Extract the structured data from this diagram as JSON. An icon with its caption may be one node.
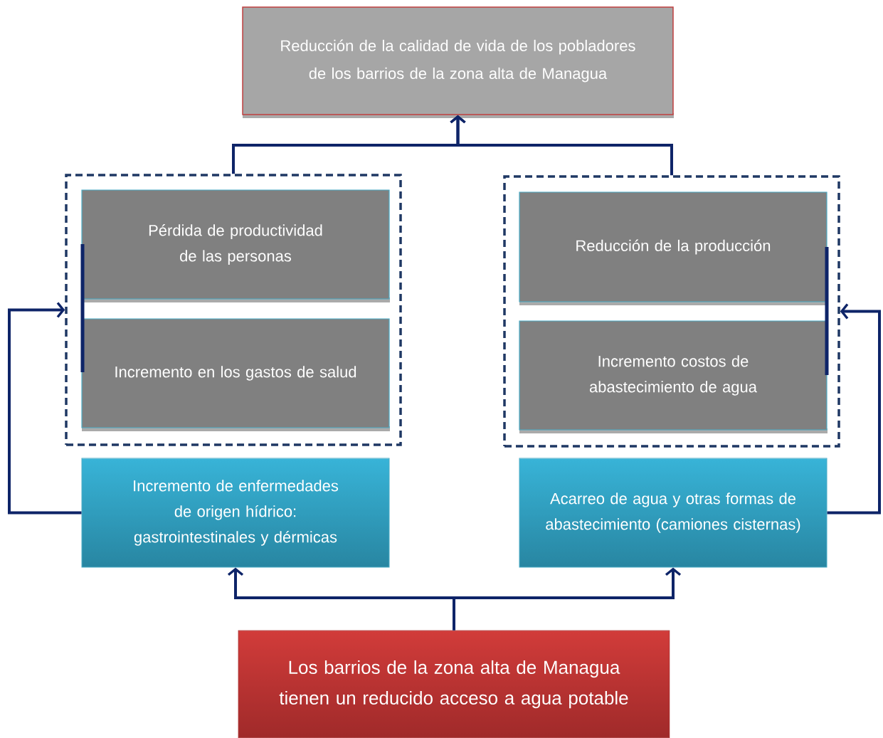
{
  "diagram": {
    "nodes": [
      {
        "text": [
          "Reducción de la calidad de vida de los pobladores de los barrios de la zona alta de Managua"
        ]
      },
      {
        "text": [],
        "shape": "box"
      },
      {
        "text": [
          "Pérdida de productividad de las personas"
        ],
        "in": 1
      },
      {
        "text": [
          "Incremento en los gastos de salud"
        ],
        "in": 1
      },
      {
        "text": [],
        "shape": "box"
      },
      {
        "text": [
          "Reducción de la producción"
        ],
        "in": 4
      },
      {
        "text": [
          "Incremento costos de abastecimiento de agua"
        ],
        "in": 4
      },
      {
        "text": [
          "Incremento de enfermedades de origen hídrico: gastrointestinales y dérmicas"
        ]
      },
      {
        "text": [
          "Acarreo de agua y otras formas de abastecimiento (camiones cisternas)"
        ]
      },
      {
        "text": [
          "Los barrios de la zona alta de Managua tienen un reducido acceso a agua potable"
        ]
      }
    ],
    "edges": [
      {
        "from": 1,
        "to": 0,
        "arrow": "to"
      },
      {
        "from": 4,
        "to": 0,
        "arrow": "to"
      },
      {
        "from": 9,
        "to": 7,
        "arrow": "to"
      },
      {
        "from": 9,
        "to": 8,
        "arrow": "to"
      },
      {
        "from": 7,
        "to": 1,
        "arrow": "to"
      },
      {
        "from": 8,
        "to": 4,
        "arrow": "to"
      }
    ]
  }
}
